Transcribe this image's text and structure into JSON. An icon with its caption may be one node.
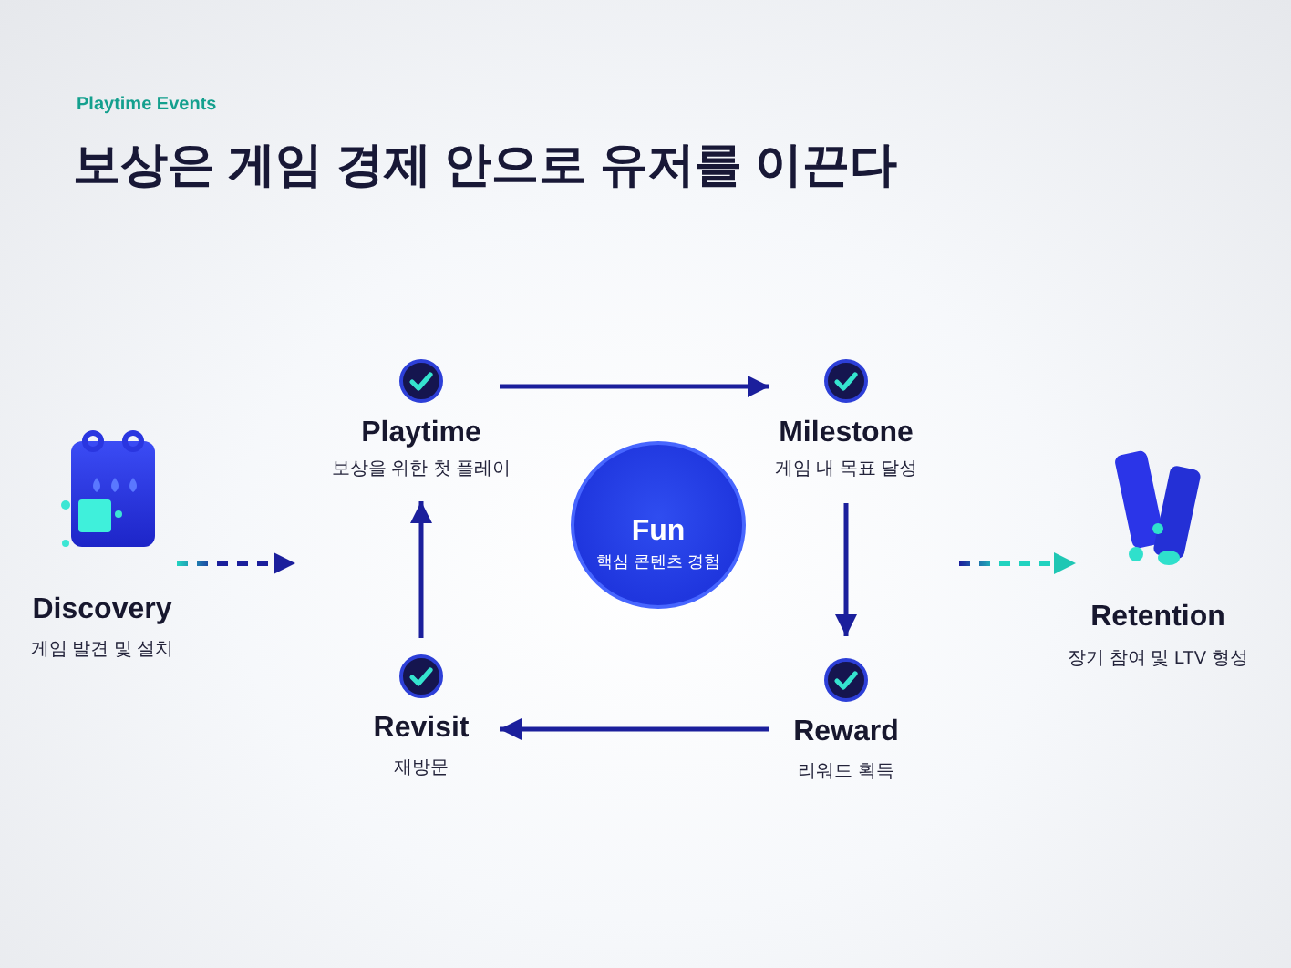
{
  "diagram": {
    "title": "보상은 게임 경제 안으로 유저를 이끈다",
    "nodes": [
      {
        "text": [
          "Discovery",
          "게임 발견 및 설치"
        ]
      },
      {
        "text": [
          "Playtime",
          "보상을 위한 첫 플레이"
        ]
      },
      {
        "text": [
          "Milestone",
          "게임 내 목표 달성"
        ]
      },
      {
        "text": [
          "Fun",
          "핵심 콘텐츠 경험"
        ]
      },
      {
        "text": [
          "Reward",
          "리워드 획득"
        ]
      },
      {
        "text": [
          "Revisit",
          "재방문"
        ]
      },
      {
        "text": [
          "Retention",
          "장기 참여 및 LTV 형성"
        ]
      }
    ],
    "edges": [
      {
        "from": 0,
        "to": null,
        "arrow": "to",
        "style": "dashed"
      },
      {
        "from": 1,
        "to": 2,
        "arrow": "to"
      },
      {
        "from": 2,
        "to": 4,
        "arrow": "to"
      },
      {
        "from": 4,
        "to": 5,
        "arrow": "to"
      },
      {
        "from": 5,
        "to": 1,
        "arrow": "to"
      },
      {
        "from": null,
        "to": 6,
        "arrow": "to",
        "style": "dashed"
      }
    ],
    "labels": [
      "Playtime Events"
    ]
  }
}
